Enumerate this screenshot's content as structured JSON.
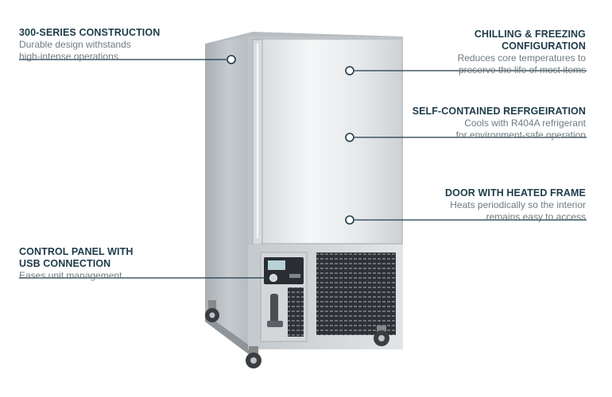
{
  "callouts": {
    "construction": {
      "title": "300-SERIES CONSTRUCTION",
      "desc": "Durable design withstands\nhigh-intense operations"
    },
    "chilling": {
      "title": "CHILLING & FREEZING\nCONFIGURATION",
      "desc": "Reduces core temperatures to\npreserve the life of most items"
    },
    "refrigeration": {
      "title": "SELF-CONTAINED REFRGEIRATION",
      "desc": "Cools with R404A refrigerant\nfor environment-safe operation"
    },
    "door": {
      "title": "DOOR WITH HEATED FRAME",
      "desc": "Heats periodically so the interior\nremains easy to access"
    },
    "control": {
      "title": "CONTROL PANEL WITH\nUSB CONNECTION",
      "desc": "Eases unit management"
    }
  },
  "colors": {
    "heading": "#1d3b4a",
    "body": "#6f7b82",
    "steel": "#c9ced2",
    "line": "#1d3b4a"
  }
}
